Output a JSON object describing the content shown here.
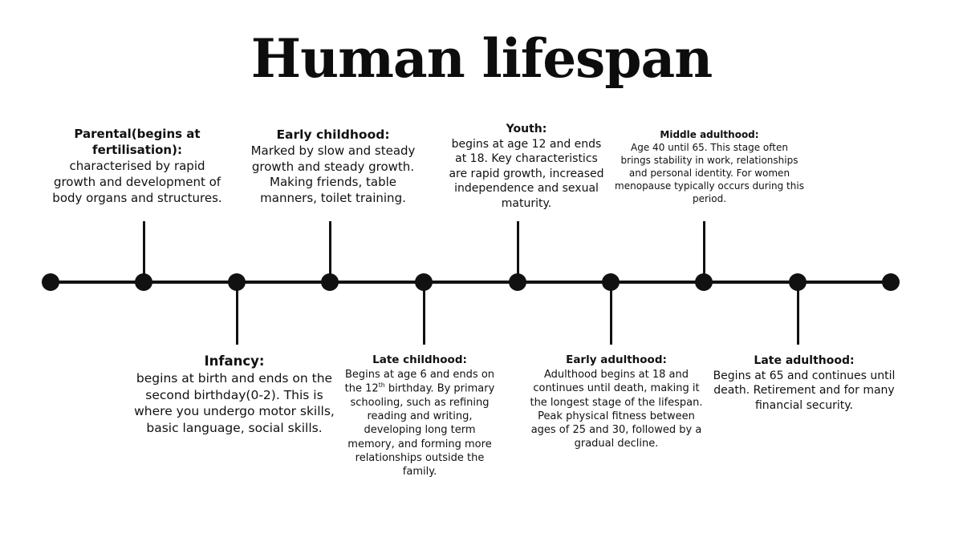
{
  "title": "Human lifespan",
  "colors": {
    "ink": "#111111",
    "background": "#ffffff"
  },
  "stages": [
    {
      "title": "Parental(begins at fertilisation):",
      "desc": "characterised by rapid growth and development of body organs and structures."
    },
    {
      "title": "Infancy:",
      "desc": "begins at birth and ends on the second birthday(0-2). This is where you undergo motor skills, basic language, social skills."
    },
    {
      "title": "Early childhood:",
      "desc": "Marked by slow and steady growth and steady growth. Making friends, table manners, toilet training."
    },
    {
      "title": "Late childhood:",
      "desc_before": "Begins at age 6 and ends on the 12",
      "desc_sup": "th",
      "desc_after": " birthday. By primary schooling, such as refining reading and writing, developing long term memory, and forming more relationships outside the family."
    },
    {
      "title": "Youth:",
      "desc": "begins at age 12 and ends at 18. Key characteristics are rapid growth, increased independence and sexual maturity."
    },
    {
      "title": "Early adulthood:",
      "desc": "Adulthood begins at 18 and continues until death, making it the longest stage of the lifespan. Peak physical fitness between ages of 25 and 30, followed by a gradual decline."
    },
    {
      "title": "Middle adulthood:",
      "desc": "Age 40 until 65. This stage often brings stability in work, relationships and personal identity. For women menopause typically occurs during this period."
    },
    {
      "title": "Late adulthood:",
      "desc": "Begins at 65 and continues until death. Retirement and for many financial security."
    }
  ]
}
